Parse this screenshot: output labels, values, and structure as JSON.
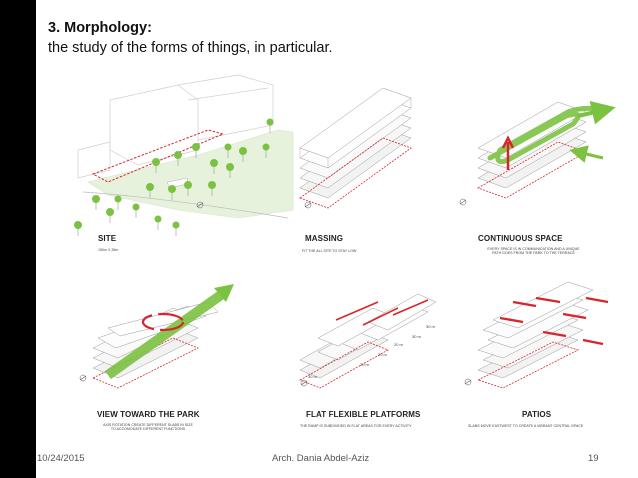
{
  "slide": {
    "title": "3. Morphology:",
    "subtitle": "the study of the forms of things, in particular."
  },
  "panels": [
    {
      "label": "SITE",
      "caption": "150m X 35m"
    },
    {
      "label": "MASSING",
      "caption": "FIT THE ALL SITE TO STAY LOW"
    },
    {
      "label": "CONTINUOUS SPACE",
      "caption": "EVERY SPACE IS IN COMMUNICATION AND A UNIQUE\nPATH GOES FROM THE PARK TO THE TERRACE"
    },
    {
      "label": "VIEW TOWARD THE PARK",
      "caption": "AXIS ROTATION CREATE DIFFERENT SLABS IN SIZE\nTO ACCOMODATE DIFFERENT FUNCTIONS"
    },
    {
      "label": "FLAT FLEXIBLE PLATFORMS",
      "caption": "THE RAMP IS SUBDIVIDED IN FLAT AREAS FOR EVERY ACTIVITY"
    },
    {
      "label": "PATIOS",
      "caption": "SLABS MOVE EASTWEST TO CREATE A VIBRANT CENTRAL SPACE"
    }
  ],
  "dimensions": [
    "30 m",
    "30 m",
    "20 m",
    "20 m",
    "20 m",
    "30 m"
  ],
  "footer": {
    "date": "10/24/2015",
    "author": "Arch. Dania Abdel-Aziz",
    "page": "19"
  },
  "colors": {
    "accent_green": "#7cc242",
    "accent_red": "#d7262b",
    "park_green": "#e6f2dc"
  }
}
